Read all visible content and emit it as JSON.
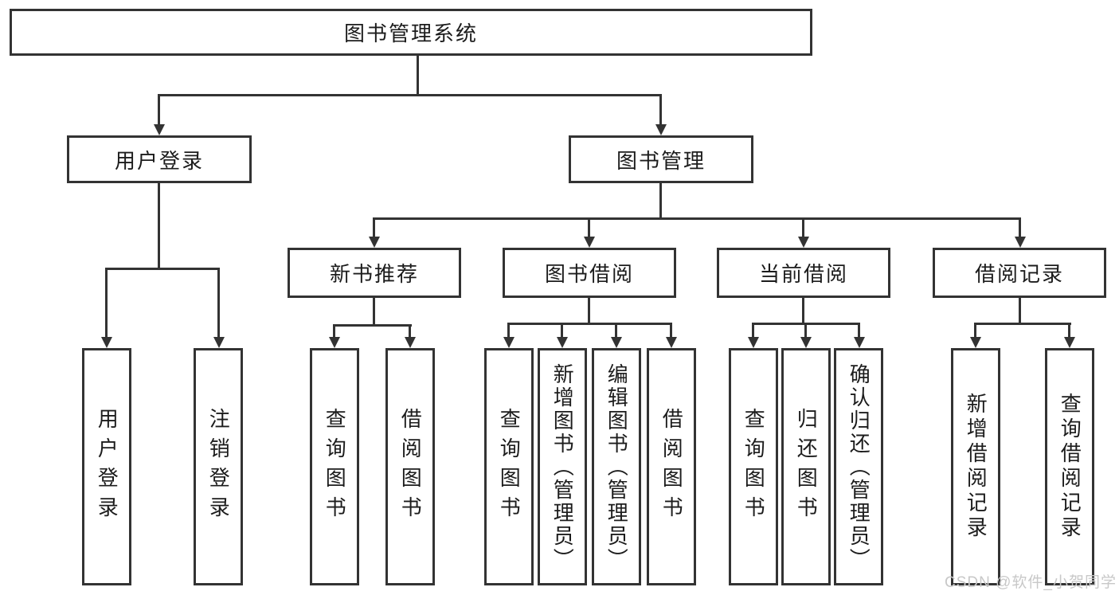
{
  "diagram": {
    "root": "图书管理系统",
    "branches": [
      {
        "label": "用户登录",
        "children": [
          {
            "label": "用户登录"
          },
          {
            "label": "注销登录"
          }
        ]
      },
      {
        "label": "图书管理",
        "children": [
          {
            "label": "新书推荐",
            "children": [
              {
                "label": "查询图书"
              },
              {
                "label": "借阅图书"
              }
            ]
          },
          {
            "label": "图书借阅",
            "children": [
              {
                "label": "查询图书"
              },
              {
                "label": "新增图书（管理员）"
              },
              {
                "label": "编辑图书（管理员）"
              },
              {
                "label": "借阅图书"
              }
            ]
          },
          {
            "label": "当前借阅",
            "children": [
              {
                "label": "查询图书"
              },
              {
                "label": "归还图书"
              },
              {
                "label": "确认归还（管理员）"
              }
            ]
          },
          {
            "label": "借阅记录",
            "children": [
              {
                "label": "新增借阅记录"
              },
              {
                "label": "查询借阅记录"
              }
            ]
          }
        ]
      }
    ],
    "watermark": "CSDN @软件_小贺同学",
    "colors": {
      "line": "#333333",
      "text": "#1c1c1c",
      "background": "#ffffff",
      "watermark": "#c8c8c8"
    }
  }
}
